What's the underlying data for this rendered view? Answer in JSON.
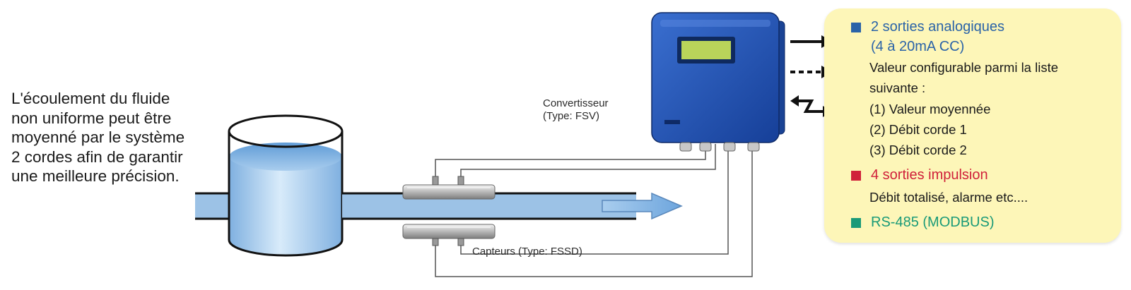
{
  "intro": {
    "lines": [
      "L'écoulement du fluide",
      "non uniforme peut être",
      "moyenné par le système",
      "2 cordes afin de garantir",
      "une meilleure précision."
    ]
  },
  "converter": {
    "name": "Convertisseur",
    "type": "(Type: FSV)"
  },
  "sensors": {
    "label": "Capteurs (Type: FSSD)"
  },
  "outputs": {
    "analog": {
      "title": "2 sorties analogiques",
      "range": "(4 à 20mA CC)",
      "desc_line1": "Valeur configurable parmi la liste",
      "desc_line2": "suivante :",
      "options": [
        "(1) Valeur moyennée",
        "(2) Débit corde 1",
        "(3) Débit corde 2"
      ],
      "color": "#2a63a8"
    },
    "pulse": {
      "title": "4 sorties impulsion",
      "desc": "Débit totalisé, alarme etc....",
      "color": "#d0203a"
    },
    "rs485": {
      "title": "RS-485 (MODBUS)",
      "color": "#1a9a78"
    }
  },
  "arrows": [
    "solid-arrow",
    "dashed-arrow",
    "bidirectional-lightning-arrow"
  ],
  "colors": {
    "panel": "#fdf6b8",
    "pipe": "#9cc2e6",
    "converter_body": "#1f4fb0",
    "display": "#b9d45a"
  }
}
